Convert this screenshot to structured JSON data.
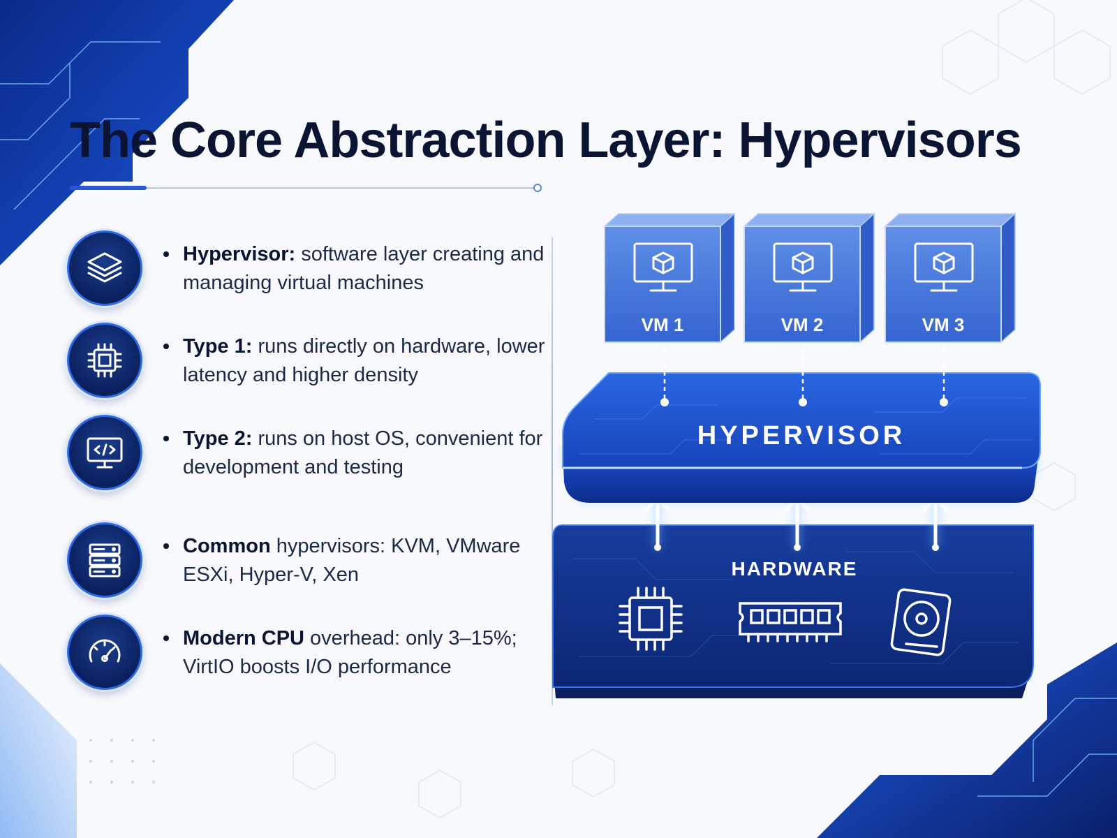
{
  "title": "The Core Abstraction Layer:  Hypervisors",
  "bullets": [
    {
      "icon": "layers-icon",
      "bold": "Hypervisor:",
      "rest": " software layer creating and managing virtual machines"
    },
    {
      "icon": "cpu-chip-icon",
      "bold": "Type 1:",
      "rest": " runs directly on hardware, lower latency and higher density"
    },
    {
      "icon": "code-monitor-icon",
      "bold": "Type 2:",
      "rest": " runs on host OS, convenient for development and testing"
    },
    {
      "icon": "server-rack-icon",
      "bold": "Common",
      "rest": " hypervisors: KVM, VMware ESXi, Hyper-V, Xen"
    },
    {
      "icon": "gauge-icon",
      "bold": "Modern CPU",
      "rest": " overhead: only 3–15%; VirtIO boosts I/O performance"
    }
  ],
  "diagram": {
    "vms": [
      "VM 1",
      "VM 2",
      "VM 3"
    ],
    "hypervisor_label": "HYPERVISOR",
    "hardware_label": "HARDWARE",
    "hardware_icons": [
      "cpu-icon",
      "ram-module-icon",
      "hard-disk-icon"
    ]
  },
  "colors": {
    "navy": "#0b1533",
    "accent": "#2f6ae6",
    "deep_blue": "#0d2a78",
    "glow": "#7fc4ff"
  }
}
